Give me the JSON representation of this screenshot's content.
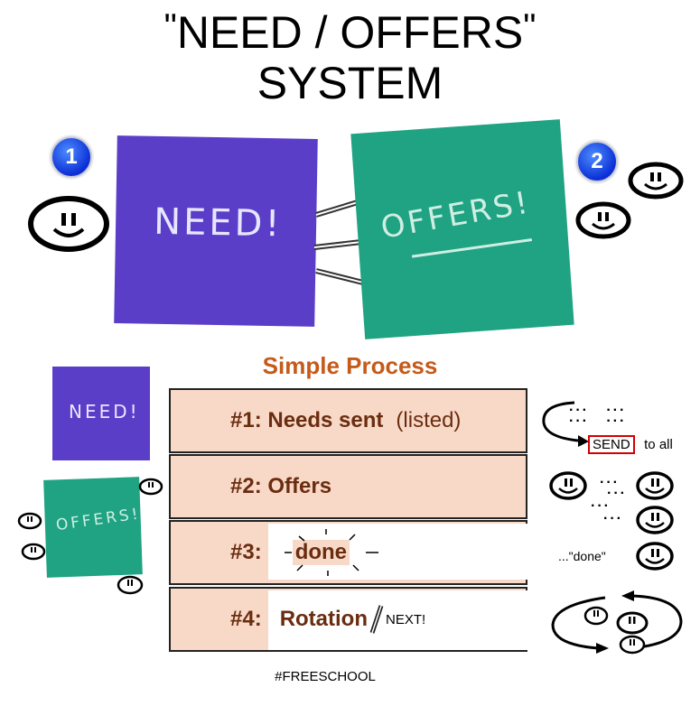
{
  "title": {
    "quote_open": "\"",
    "line1": "NEED / OFFERS",
    "quote_close": "\"",
    "line2": "SYSTEM"
  },
  "badges": {
    "one": "1",
    "two": "2"
  },
  "notes": {
    "need": "NEED!",
    "offers": "OFFERS!"
  },
  "process": {
    "title": "Simple Process",
    "steps": [
      {
        "label": "#1: Needs sent",
        "extra": "(listed)"
      },
      {
        "label": "#2: Offers",
        "extra": ""
      },
      {
        "label": "#3:",
        "extra": "done"
      },
      {
        "label": "#4:",
        "extra": "Rotation",
        "next": "NEXT!"
      }
    ]
  },
  "side": {
    "send": "SEND",
    "to_all": "to all",
    "done_quote": "...\"done\""
  },
  "footer": "#FREESCHOOL",
  "colors": {
    "need_purple": "#5b3ec8",
    "offers_green": "#1fa383",
    "process_title": "#c65a19",
    "step_fill": "#f8d9c8",
    "step_text": "#6a2d10",
    "badge_blue": "#0b2fd6",
    "send_border": "#d40000"
  },
  "icons": [
    "smiley-icon",
    "badge-one-icon",
    "badge-two-icon",
    "rotation-arrows-icon",
    "curved-arrow-icon",
    "slash-icon"
  ]
}
